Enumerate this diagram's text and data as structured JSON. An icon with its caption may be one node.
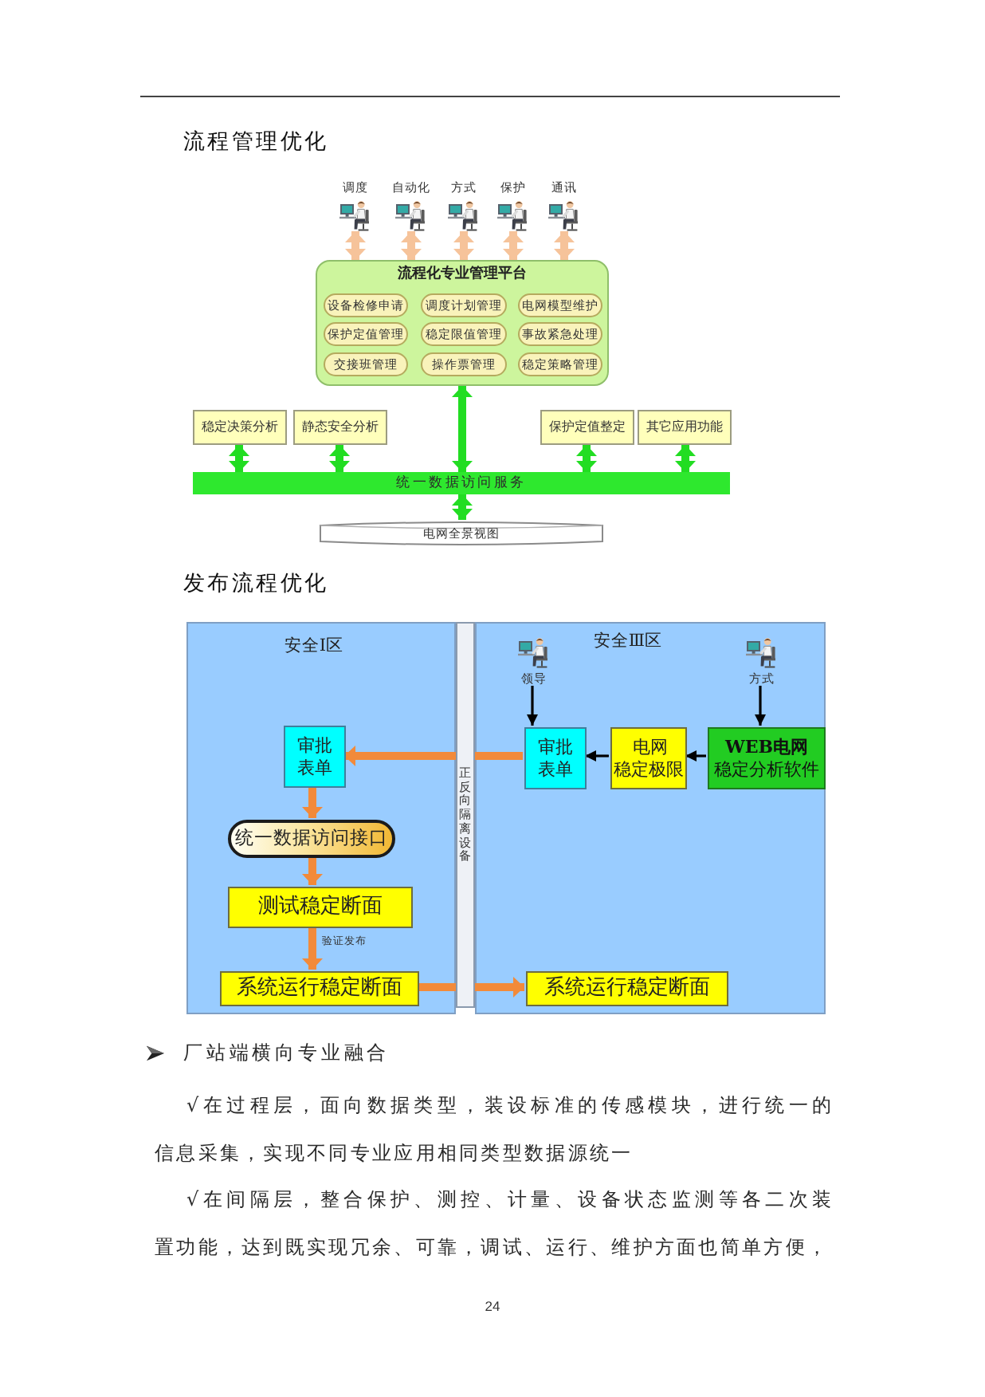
{
  "diagram": {
    "nodes": [
      {
        "text": [],
        "shape": "person",
        "beside": [
          "调度"
        ]
      },
      {
        "text": [],
        "shape": "person",
        "beside": [
          "自动化"
        ]
      },
      {
        "text": [],
        "shape": "person",
        "beside": [
          "方式"
        ]
      },
      {
        "text": [],
        "shape": "person",
        "beside": [
          "保护"
        ]
      },
      {
        "text": [],
        "shape": "person",
        "beside": [
          "通讯"
        ]
      },
      {
        "text": [
          "流程化专业管理平台"
        ]
      },
      {
        "text": [
          "设备检修申请"
        ],
        "in": 5
      },
      {
        "text": [
          "调度计划管理"
        ],
        "in": 5
      },
      {
        "text": [
          "电网模型维护"
        ],
        "in": 5
      },
      {
        "text": [
          "保护定值管理"
        ],
        "in": 5
      },
      {
        "text": [
          "稳定限值管理"
        ],
        "in": 5
      },
      {
        "text": [
          "事故紧急处理"
        ],
        "in": 5
      },
      {
        "text": [
          "交接班管理"
        ],
        "in": 5
      },
      {
        "text": [
          "操作票管理"
        ],
        "in": 5
      },
      {
        "text": [
          "稳定策略管理"
        ],
        "in": 5
      },
      {
        "text": [
          "稳定决策分析"
        ]
      },
      {
        "text": [
          "静态安全分析"
        ]
      },
      {
        "text": [
          "保护定值整定"
        ]
      },
      {
        "text": [
          "其它应用功能"
        ]
      },
      {
        "text": [
          "统一数据访问服务"
        ]
      },
      {
        "text": [
          "电网全景视图"
        ]
      },
      {
        "text": [
          "安全Ⅰ区"
        ]
      },
      {
        "text": [
          "正反向隔离设备"
        ]
      },
      {
        "text": [
          "安全Ⅲ区"
        ]
      },
      {
        "text": [
          "审批表单"
        ],
        "in": 21
      },
      {
        "text": [
          "统一数据访问接口"
        ],
        "in": 21
      },
      {
        "text": [
          "测试稳定断面"
        ],
        "in": 21
      },
      {
        "text": [
          "系统运行稳定断面"
        ],
        "in": 21
      },
      {
        "text": [],
        "shape": "person",
        "beside": [
          "领导"
        ],
        "in": 23
      },
      {
        "text": [],
        "shape": "person",
        "beside": [
          "方式"
        ],
        "in": 23
      },
      {
        "text": [
          "审批表单"
        ],
        "in": 23
      },
      {
        "text": [
          "电网稳定极限"
        ],
        "in": 23
      },
      {
        "text": [
          "**WEB电网**稳定分析软件"
        ],
        "in": 23
      },
      {
        "text": [
          "系统运行稳定断面"
        ],
        "in": 23
      }
    ],
    "edges": [
      {
        "from": 0,
        "to": 5,
        "arrow": "both",
        "color": "#f6c39a"
      },
      {
        "from": 1,
        "to": 5,
        "arrow": "both",
        "color": "#f6c39a"
      },
      {
        "from": 2,
        "to": 5,
        "arrow": "both",
        "color": "#f6c39a"
      },
      {
        "from": 3,
        "to": 5,
        "arrow": "both",
        "color": "#f6c39a"
      },
      {
        "from": 4,
        "to": 5,
        "arrow": "both",
        "color": "#f6c39a"
      },
      {
        "from": 5,
        "to": 19,
        "arrow": "both",
        "color": "#22dd22"
      },
      {
        "from": 15,
        "to": 19,
        "arrow": "both",
        "color": "#22dd22"
      },
      {
        "from": 16,
        "to": 19,
        "arrow": "both",
        "color": "#22dd22"
      },
      {
        "from": 17,
        "to": 19,
        "arrow": "both",
        "color": "#22dd22"
      },
      {
        "from": 18,
        "to": 19,
        "arrow": "both",
        "color": "#22dd22"
      },
      {
        "from": 19,
        "to": 20,
        "arrow": "both",
        "color": "#22dd22"
      },
      {
        "from": 30,
        "to": 22,
        "arrow": "none"
      },
      {
        "from": 22,
        "to": 24,
        "arrow": "to"
      },
      {
        "from": 24,
        "to": 25,
        "arrow": "to"
      },
      {
        "from": 25,
        "to": 26,
        "arrow": "to"
      },
      {
        "from": 26,
        "to": 27,
        "arrow": "to",
        "label": "验证发布"
      },
      {
        "from": 27,
        "to": 22,
        "arrow": "none"
      },
      {
        "from": 22,
        "to": 33,
        "arrow": "to"
      },
      {
        "from": 28,
        "to": 30,
        "arrow": "to",
        "color": "#000000"
      },
      {
        "from": 29,
        "to": 32,
        "arrow": "to",
        "color": "#000000"
      },
      {
        "from": 32,
        "to": 31,
        "arrow": "to",
        "color": "#000000"
      },
      {
        "from": 31,
        "to": 30,
        "arrow": "to",
        "color": "#000000"
      }
    ],
    "labels": [
      "流程管理优化",
      "发布流程优化",
      "厂站端横向专业融合",
      "√在过程层，面向数据类型，装设标准的传感模块，进行统一的信息采集，实现不同专业应用相同类型数据源统一",
      "√在间隔层，整合保护、测控、计量、设备状态监测等各二次装置功能，达到既实现冗余、可靠，调试、运行、维护方面也简单方便，",
      "24"
    ]
  }
}
